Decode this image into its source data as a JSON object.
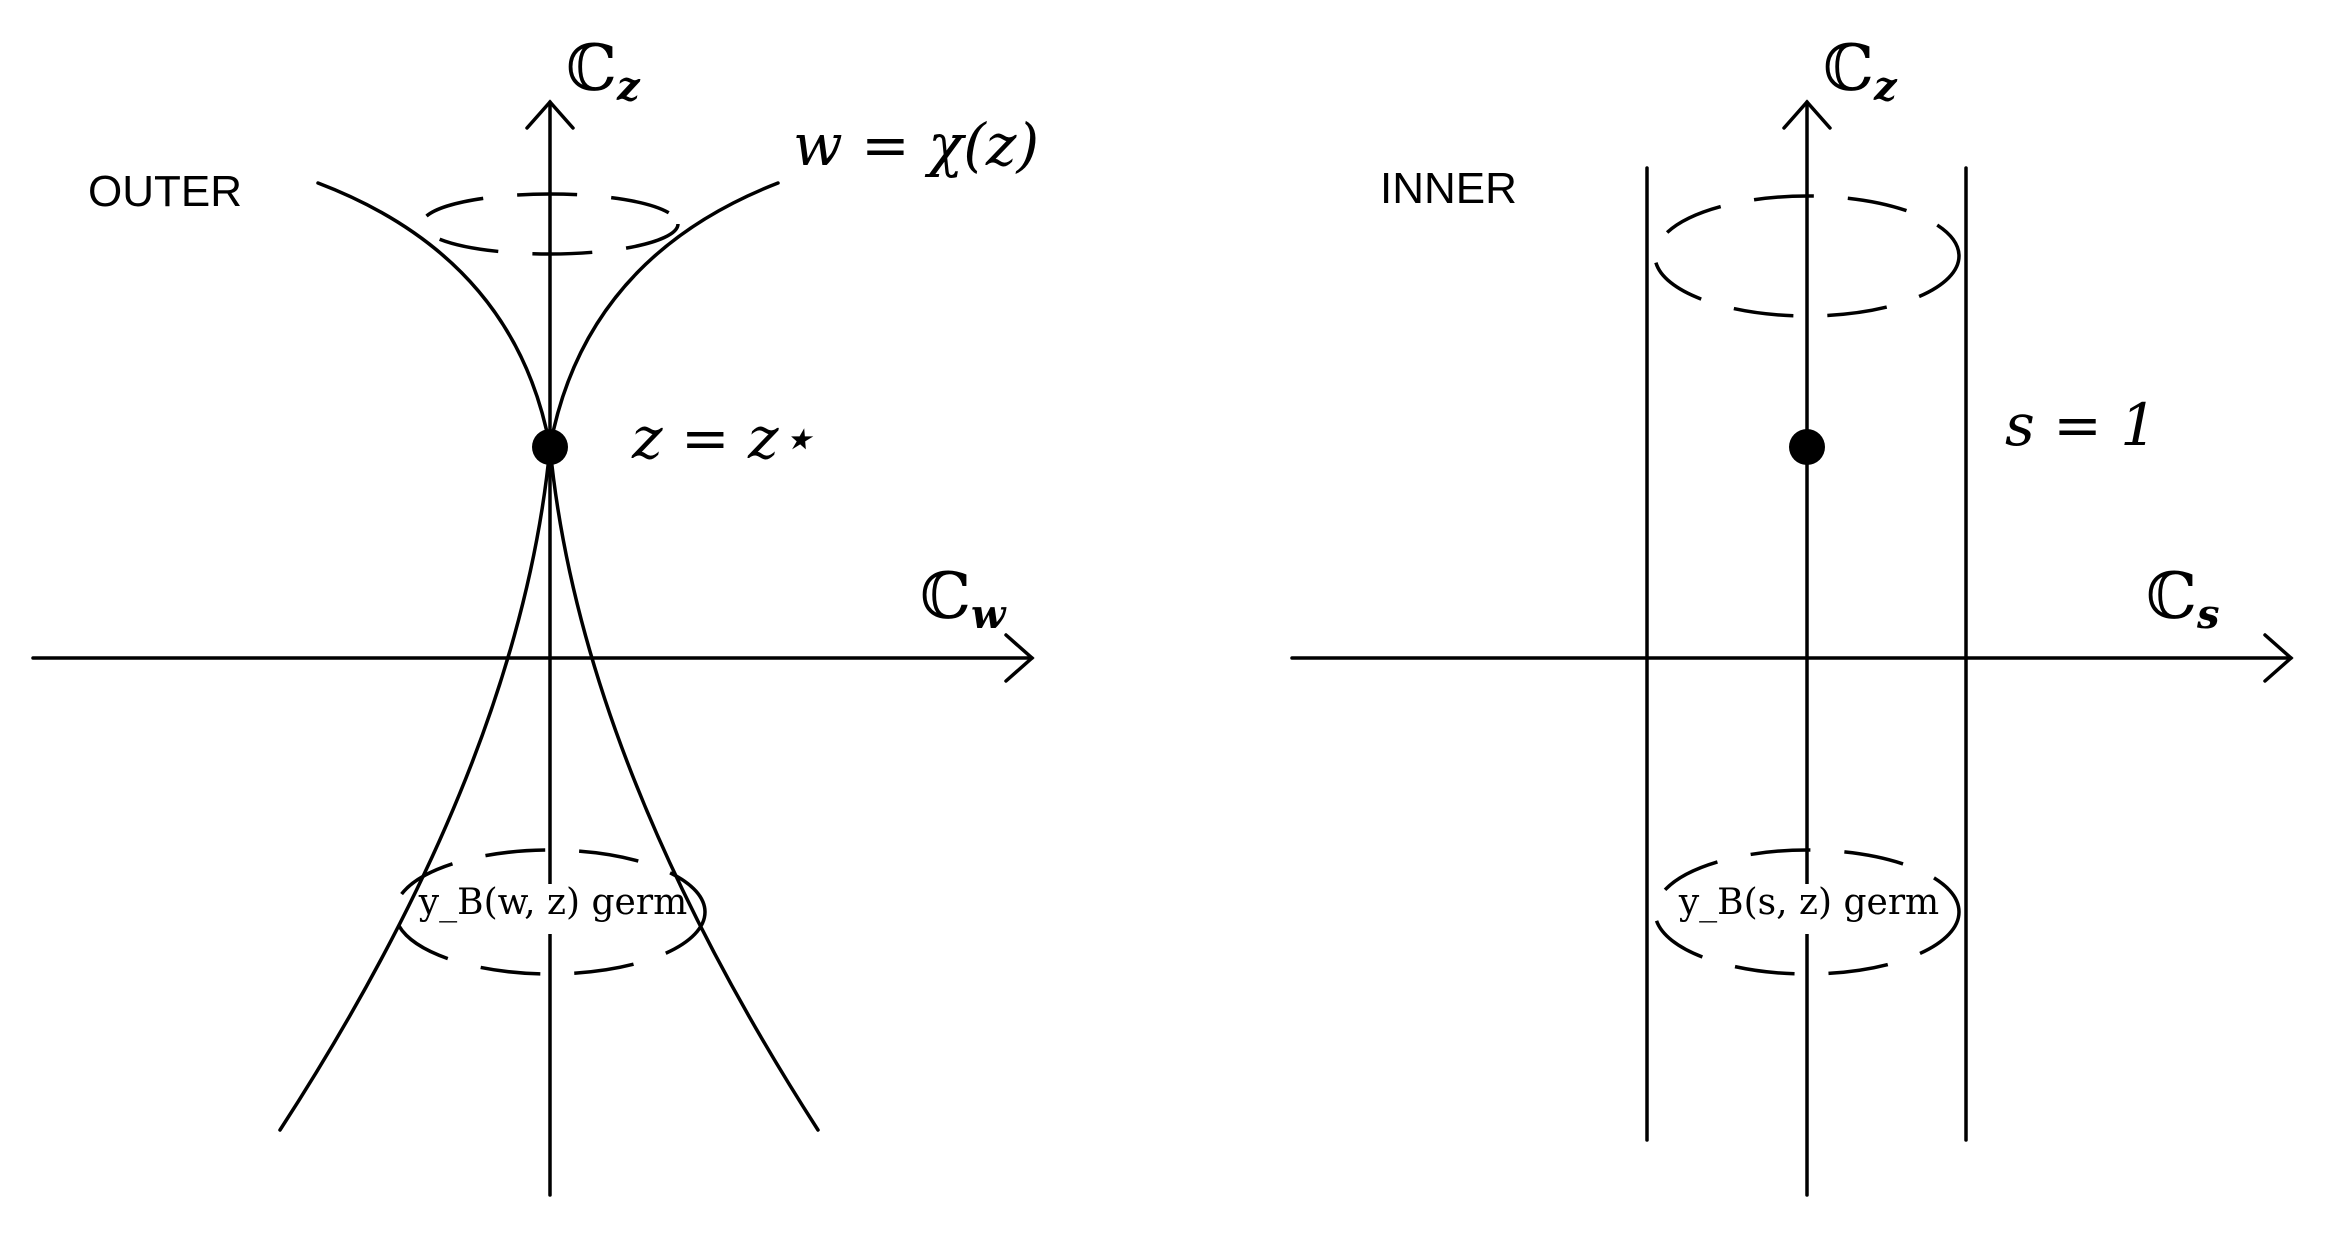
{
  "outer": {
    "panel_label": "OUTER",
    "axis_vertical": {
      "base": "ℂ",
      "sub": "z"
    },
    "axis_horizontal": {
      "base": "ℂ",
      "sub": "w"
    },
    "curve_label": "w = χ(z)",
    "point_label": "z = z⋆",
    "germ_label": "y_B(w, z) germ"
  },
  "inner": {
    "panel_label": "INNER",
    "axis_vertical": {
      "base": "ℂ",
      "sub": "z"
    },
    "axis_horizontal": {
      "base": "ℂ",
      "sub": "s"
    },
    "line_label": "s = 1",
    "germ_label": "y_B(s, z) germ"
  }
}
